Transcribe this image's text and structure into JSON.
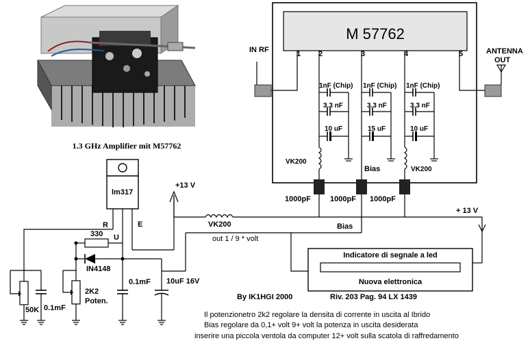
{
  "photo": {
    "caption": "1.3 GHz Amplifier mit M57762"
  },
  "module": {
    "name": "M 57762",
    "pins": [
      "1",
      "2",
      "3",
      "4",
      "5"
    ],
    "in_label": "IN RF",
    "out_label_1": "ANTENNA",
    "out_label_2": "OUT"
  },
  "decoupling": {
    "cap1": "1nF (Chip)",
    "cap2": "3.3 nF",
    "cap3_side": "10 uF",
    "cap3_mid": "15 uF",
    "choke": "VK200",
    "bias": "Bias",
    "feedthrough": "1000pF"
  },
  "regulator": {
    "name": "lm317",
    "pin_r": "R",
    "pin_u": "U",
    "pin_e": "E",
    "supply": "+13 V"
  },
  "supply_line": {
    "choke": "VK200",
    "plus13": "+ 13 V",
    "bias": "Bias",
    "out_label": "out 1 / 9 * volt"
  },
  "components": {
    "r330": "330",
    "diode": "IN4148",
    "pot2k2_1": "2K2",
    "pot2k2_2": "Poten.",
    "c01_left": "0.1mF",
    "c01_mid": "0.1mF",
    "c10u": "10uF 16V",
    "pot50k": "50K"
  },
  "indicator": {
    "title": "Indicatore di segnale a led",
    "sub": "Nuova elettronica"
  },
  "credits": {
    "author": "By IK1HGI 2000",
    "ref": "Riv. 203 Pag. 94 LX 1439"
  },
  "notes": [
    "Il potenzionetro 2k2 regolare la densita di corrente in uscita al Ibrido",
    "Bias regolare da 0,1+ volt  9+ volt la potenza in uscita desiderata",
    "inserire una piccola ventola da computer 12+ volt sulla scatola di raffredamento"
  ]
}
